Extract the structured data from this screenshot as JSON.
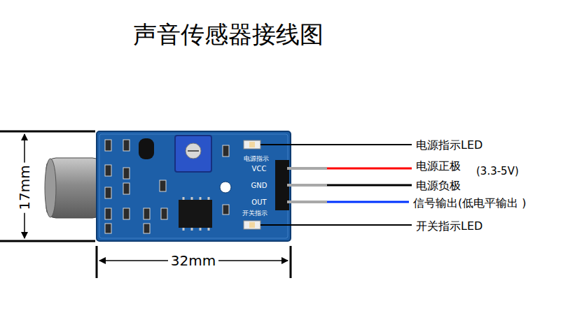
{
  "diagram": {
    "title": "声音传感器接线图",
    "labels": [
      "电源指示LED",
      "电源正极",
      "(3.3-5V)",
      "电源负极",
      "信号输出(低电平输出 )",
      "开关指示LED",
      "17mm",
      "32mm",
      "电源指示",
      "VCC",
      "GND",
      "OUT",
      "开关指示"
    ]
  }
}
